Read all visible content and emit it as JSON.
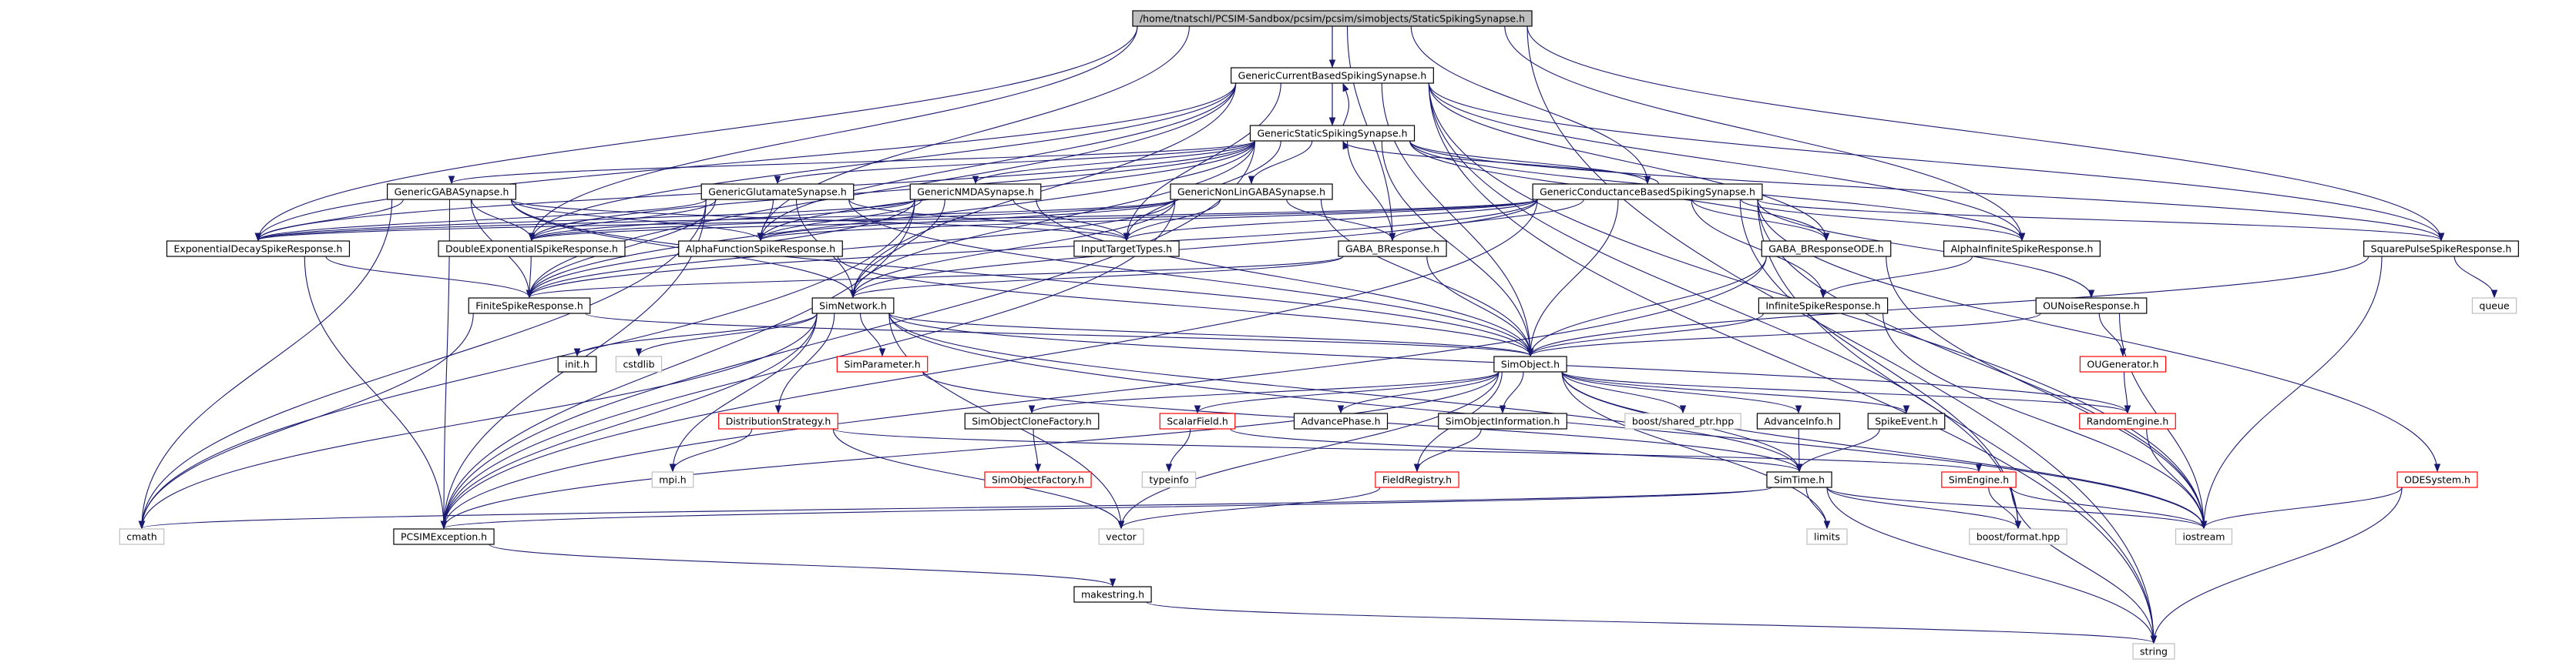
{
  "diagram": {
    "colors": {
      "edge": "#191970",
      "root_fill": "#bfbfbf",
      "node_fill": "#ffffff",
      "border_documented": "#000000",
      "border_undocumented": "#ff0000",
      "border_external": "#bfbfbf",
      "text": "#000000"
    },
    "nodes": [
      {
        "id": "root",
        "label": "/home/tnatschl/PCSIM-Sandbox/pcsim/pcsim/simobjects/StaticSpikingSynapse.h",
        "kind": "root"
      },
      {
        "id": "gcbss",
        "label": "GenericCurrentBasedSpikingSynapse.h",
        "kind": "doc"
      },
      {
        "id": "gsss",
        "label": "GenericStaticSpikingSynapse.h",
        "kind": "doc"
      },
      {
        "id": "gaba",
        "label": "GenericGABASynapse.h",
        "kind": "doc"
      },
      {
        "id": "glut",
        "label": "GenericGlutamateSynapse.h",
        "kind": "doc"
      },
      {
        "id": "nmda",
        "label": "GenericNMDASynapse.h",
        "kind": "doc"
      },
      {
        "id": "nonlin",
        "label": "GenericNonLinGABASynapse.h",
        "kind": "doc"
      },
      {
        "id": "gcond",
        "label": "GenericConductanceBasedSpikingSynapse.h",
        "kind": "doc"
      },
      {
        "id": "expdecay",
        "label": "ExponentialDecaySpikeResponse.h",
        "kind": "doc"
      },
      {
        "id": "dblexp",
        "label": "DoubleExponentialSpikeResponse.h",
        "kind": "doc"
      },
      {
        "id": "alphafn",
        "label": "AlphaFunctionSpikeResponse.h",
        "kind": "doc"
      },
      {
        "id": "inputtt",
        "label": "InputTargetTypes.h",
        "kind": "doc"
      },
      {
        "id": "gababr",
        "label": "GABA_BResponse.h",
        "kind": "doc"
      },
      {
        "id": "gababrode",
        "label": "GABA_BResponseODE.h",
        "kind": "doc"
      },
      {
        "id": "alphainf",
        "label": "AlphaInfiniteSpikeResponse.h",
        "kind": "doc"
      },
      {
        "id": "sqpulse",
        "label": "SquarePulseSpikeResponse.h",
        "kind": "doc"
      },
      {
        "id": "queue",
        "label": "queue",
        "kind": "ext"
      },
      {
        "id": "finite",
        "label": "FiniteSpikeResponse.h",
        "kind": "doc"
      },
      {
        "id": "simnet",
        "label": "SimNetwork.h",
        "kind": "doc"
      },
      {
        "id": "infinite",
        "label": "InfiniteSpikeResponse.h",
        "kind": "doc"
      },
      {
        "id": "ounoise",
        "label": "OUNoiseResponse.h",
        "kind": "doc"
      },
      {
        "id": "inith",
        "label": "init.h",
        "kind": "doc"
      },
      {
        "id": "cstdlib",
        "label": "cstdlib",
        "kind": "ext"
      },
      {
        "id": "simparam",
        "label": "SimParameter.h",
        "kind": "undoc"
      },
      {
        "id": "simobj",
        "label": "SimObject.h",
        "kind": "doc"
      },
      {
        "id": "ougen",
        "label": "OUGenerator.h",
        "kind": "undoc"
      },
      {
        "id": "diststrat",
        "label": "DistributionStrategy.h",
        "kind": "undoc"
      },
      {
        "id": "clonefac",
        "label": "SimObjectCloneFactory.h",
        "kind": "doc"
      },
      {
        "id": "scalarf",
        "label": "ScalarField.h",
        "kind": "undoc"
      },
      {
        "id": "advphase",
        "label": "AdvancePhase.h",
        "kind": "doc"
      },
      {
        "id": "objinfo",
        "label": "SimObjectInformation.h",
        "kind": "doc"
      },
      {
        "id": "sharedptr",
        "label": "boost/shared_ptr.hpp",
        "kind": "ext"
      },
      {
        "id": "advinfo",
        "label": "AdvanceInfo.h",
        "kind": "doc"
      },
      {
        "id": "spikeev",
        "label": "SpikeEvent.h",
        "kind": "doc"
      },
      {
        "id": "randeng",
        "label": "RandomEngine.h",
        "kind": "undoc"
      },
      {
        "id": "mpih",
        "label": "mpi.h",
        "kind": "ext"
      },
      {
        "id": "objfac",
        "label": "SimObjectFactory.h",
        "kind": "undoc"
      },
      {
        "id": "typeinfo",
        "label": "typeinfo",
        "kind": "ext"
      },
      {
        "id": "fieldreg",
        "label": "FieldRegistry.h",
        "kind": "undoc"
      },
      {
        "id": "simtime",
        "label": "SimTime.h",
        "kind": "doc"
      },
      {
        "id": "simeng",
        "label": "SimEngine.h",
        "kind": "undoc"
      },
      {
        "id": "odesys",
        "label": "ODESystem.h",
        "kind": "undoc"
      },
      {
        "id": "cmath",
        "label": "cmath",
        "kind": "ext"
      },
      {
        "id": "pcsimex",
        "label": "PCSIMException.h",
        "kind": "doc"
      },
      {
        "id": "vector",
        "label": "vector",
        "kind": "ext"
      },
      {
        "id": "limits",
        "label": "limits",
        "kind": "ext"
      },
      {
        "id": "bformat",
        "label": "boost/format.hpp",
        "kind": "ext"
      },
      {
        "id": "iostream",
        "label": "iostream",
        "kind": "ext"
      },
      {
        "id": "makestr",
        "label": "makestring.h",
        "kind": "doc"
      },
      {
        "id": "string",
        "label": "string",
        "kind": "ext"
      }
    ],
    "edges": [
      [
        "root",
        "gcbss"
      ],
      [
        "root",
        "gsss"
      ],
      [
        "root",
        "gcond"
      ],
      [
        "root",
        "expdecay"
      ],
      [
        "root",
        "dblexp"
      ],
      [
        "root",
        "alphafn"
      ],
      [
        "root",
        "sqpulse"
      ],
      [
        "root",
        "alphainf"
      ],
      [
        "root",
        "string"
      ],
      [
        "root",
        "gababr"
      ],
      [
        "gcbss",
        "gsss"
      ],
      [
        "gcbss",
        "expdecay"
      ],
      [
        "gcbss",
        "dblexp"
      ],
      [
        "gcbss",
        "alphafn"
      ],
      [
        "gcbss",
        "inputtt"
      ],
      [
        "gcbss",
        "sqpulse"
      ],
      [
        "gcbss",
        "alphainf"
      ],
      [
        "gcbss",
        "simobj"
      ],
      [
        "gcbss",
        "finite"
      ],
      [
        "gcbss",
        "bformat"
      ],
      [
        "gcbss",
        "iostream"
      ],
      [
        "gcbss",
        "gababrode"
      ],
      [
        "gcbss",
        "simnet"
      ],
      [
        "gcbss",
        "string"
      ],
      [
        "gsss",
        "gcbss"
      ],
      [
        "gsss",
        "gaba"
      ],
      [
        "gsss",
        "glut"
      ],
      [
        "gsss",
        "nmda"
      ],
      [
        "gsss",
        "nonlin"
      ],
      [
        "gsss",
        "gcond"
      ],
      [
        "gsss",
        "expdecay"
      ],
      [
        "gsss",
        "dblexp"
      ],
      [
        "gsss",
        "alphafn"
      ],
      [
        "gsss",
        "inputtt"
      ],
      [
        "gsss",
        "gababr"
      ],
      [
        "gsss",
        "simobj"
      ],
      [
        "gsss",
        "simnet"
      ],
      [
        "gsss",
        "finite"
      ],
      [
        "gsss",
        "pcsimex"
      ],
      [
        "gsss",
        "alphainf"
      ],
      [
        "gsss",
        "sqpulse"
      ],
      [
        "gsss",
        "gababrode"
      ],
      [
        "gcond",
        "gsss"
      ],
      [
        "gcond",
        "expdecay"
      ],
      [
        "gcond",
        "dblexp"
      ],
      [
        "gcond",
        "alphafn"
      ],
      [
        "gcond",
        "inputtt"
      ],
      [
        "gcond",
        "gababr"
      ],
      [
        "gcond",
        "gababrode"
      ],
      [
        "gcond",
        "alphainf"
      ],
      [
        "gcond",
        "sqpulse"
      ],
      [
        "gcond",
        "simobj"
      ],
      [
        "gcond",
        "simnet"
      ],
      [
        "gcond",
        "finite"
      ],
      [
        "gcond",
        "ounoise"
      ],
      [
        "gcond",
        "odesys"
      ],
      [
        "gcond",
        "infinite"
      ],
      [
        "gcond",
        "bformat"
      ],
      [
        "gcond",
        "string"
      ],
      [
        "gcond",
        "pcsimex"
      ],
      [
        "gcond",
        "iostream"
      ],
      [
        "gaba",
        "expdecay"
      ],
      [
        "gaba",
        "dblexp"
      ],
      [
        "gaba",
        "alphafn"
      ],
      [
        "gaba",
        "inputtt"
      ],
      [
        "gaba",
        "simnet"
      ],
      [
        "gaba",
        "simobj"
      ],
      [
        "gaba",
        "cmath"
      ],
      [
        "gaba",
        "pcsimex"
      ],
      [
        "gaba",
        "finite"
      ],
      [
        "glut",
        "expdecay"
      ],
      [
        "glut",
        "dblexp"
      ],
      [
        "glut",
        "alphafn"
      ],
      [
        "glut",
        "inputtt"
      ],
      [
        "glut",
        "simnet"
      ],
      [
        "glut",
        "simobj"
      ],
      [
        "glut",
        "cmath"
      ],
      [
        "glut",
        "pcsimex"
      ],
      [
        "glut",
        "finite"
      ],
      [
        "nmda",
        "expdecay"
      ],
      [
        "nmda",
        "dblexp"
      ],
      [
        "nmda",
        "alphafn"
      ],
      [
        "nmda",
        "inputtt"
      ],
      [
        "nmda",
        "simnet"
      ],
      [
        "nmda",
        "simobj"
      ],
      [
        "nmda",
        "pcsimex"
      ],
      [
        "nmda",
        "finite"
      ],
      [
        "nmda",
        "cmath"
      ],
      [
        "nonlin",
        "expdecay"
      ],
      [
        "nonlin",
        "dblexp"
      ],
      [
        "nonlin",
        "alphafn"
      ],
      [
        "nonlin",
        "inputtt"
      ],
      [
        "nonlin",
        "gababr"
      ],
      [
        "nonlin",
        "simnet"
      ],
      [
        "nonlin",
        "simobj"
      ],
      [
        "nonlin",
        "pcsimex"
      ],
      [
        "nonlin",
        "finite"
      ],
      [
        "expdecay",
        "finite"
      ],
      [
        "expdecay",
        "pcsimex"
      ],
      [
        "dblexp",
        "finite"
      ],
      [
        "alphafn",
        "simobj"
      ],
      [
        "gababr",
        "simnet"
      ],
      [
        "gababr",
        "simobj"
      ],
      [
        "gababr",
        "finite"
      ],
      [
        "gababrode",
        "simobj"
      ],
      [
        "gababrode",
        "iostream"
      ],
      [
        "gababrode",
        "pcsimex"
      ],
      [
        "alphainf",
        "infinite"
      ],
      [
        "sqpulse",
        "simobj"
      ],
      [
        "sqpulse",
        "queue"
      ],
      [
        "sqpulse",
        "iostream"
      ],
      [
        "finite",
        "simobj"
      ],
      [
        "finite",
        "cmath"
      ],
      [
        "infinite",
        "simobj"
      ],
      [
        "infinite",
        "iostream"
      ],
      [
        "ounoise",
        "simobj"
      ],
      [
        "ounoise",
        "ougen"
      ],
      [
        "ounoise",
        "iostream"
      ],
      [
        "ougen",
        "randeng"
      ],
      [
        "odesys",
        "iostream"
      ],
      [
        "odesys",
        "string"
      ],
      [
        "simnet",
        "simobj"
      ],
      [
        "simnet",
        "inith"
      ],
      [
        "simnet",
        "cstdlib"
      ],
      [
        "simnet",
        "simparam"
      ],
      [
        "simnet",
        "diststrat"
      ],
      [
        "simnet",
        "pcsimex"
      ],
      [
        "simnet",
        "mpih"
      ],
      [
        "simnet",
        "vector"
      ],
      [
        "simnet",
        "simtime"
      ],
      [
        "simnet",
        "randeng"
      ],
      [
        "simnet",
        "iostream"
      ],
      [
        "simnet",
        "cmath"
      ],
      [
        "simparam",
        "simtime"
      ],
      [
        "diststrat",
        "mpih"
      ],
      [
        "diststrat",
        "vector"
      ],
      [
        "diststrat",
        "simeng"
      ],
      [
        "simobj",
        "clonefac"
      ],
      [
        "simobj",
        "scalarf"
      ],
      [
        "simobj",
        "advphase"
      ],
      [
        "simobj",
        "objinfo"
      ],
      [
        "simobj",
        "sharedptr"
      ],
      [
        "simobj",
        "advinfo"
      ],
      [
        "simobj",
        "spikeev"
      ],
      [
        "simobj",
        "randeng"
      ],
      [
        "simobj",
        "fieldreg"
      ],
      [
        "simobj",
        "pcsimex"
      ],
      [
        "simobj",
        "vector"
      ],
      [
        "simobj",
        "limits"
      ],
      [
        "simobj",
        "iostream"
      ],
      [
        "simobj",
        "simtime"
      ],
      [
        "clonefac",
        "objfac"
      ],
      [
        "scalarf",
        "typeinfo"
      ],
      [
        "scalarf",
        "simtime"
      ],
      [
        "objinfo",
        "fieldreg"
      ],
      [
        "fieldreg",
        "vector"
      ],
      [
        "advinfo",
        "simtime"
      ],
      [
        "spikeev",
        "simtime"
      ],
      [
        "randeng",
        "iostream"
      ],
      [
        "simtime",
        "pcsimex"
      ],
      [
        "simtime",
        "cmath"
      ],
      [
        "simtime",
        "limits"
      ],
      [
        "simtime",
        "bformat"
      ],
      [
        "simtime",
        "iostream"
      ],
      [
        "simtime",
        "string"
      ],
      [
        "simeng",
        "bformat"
      ],
      [
        "simeng",
        "iostream"
      ],
      [
        "simeng",
        "string"
      ],
      [
        "pcsimex",
        "makestr"
      ],
      [
        "makestr",
        "string"
      ]
    ]
  }
}
